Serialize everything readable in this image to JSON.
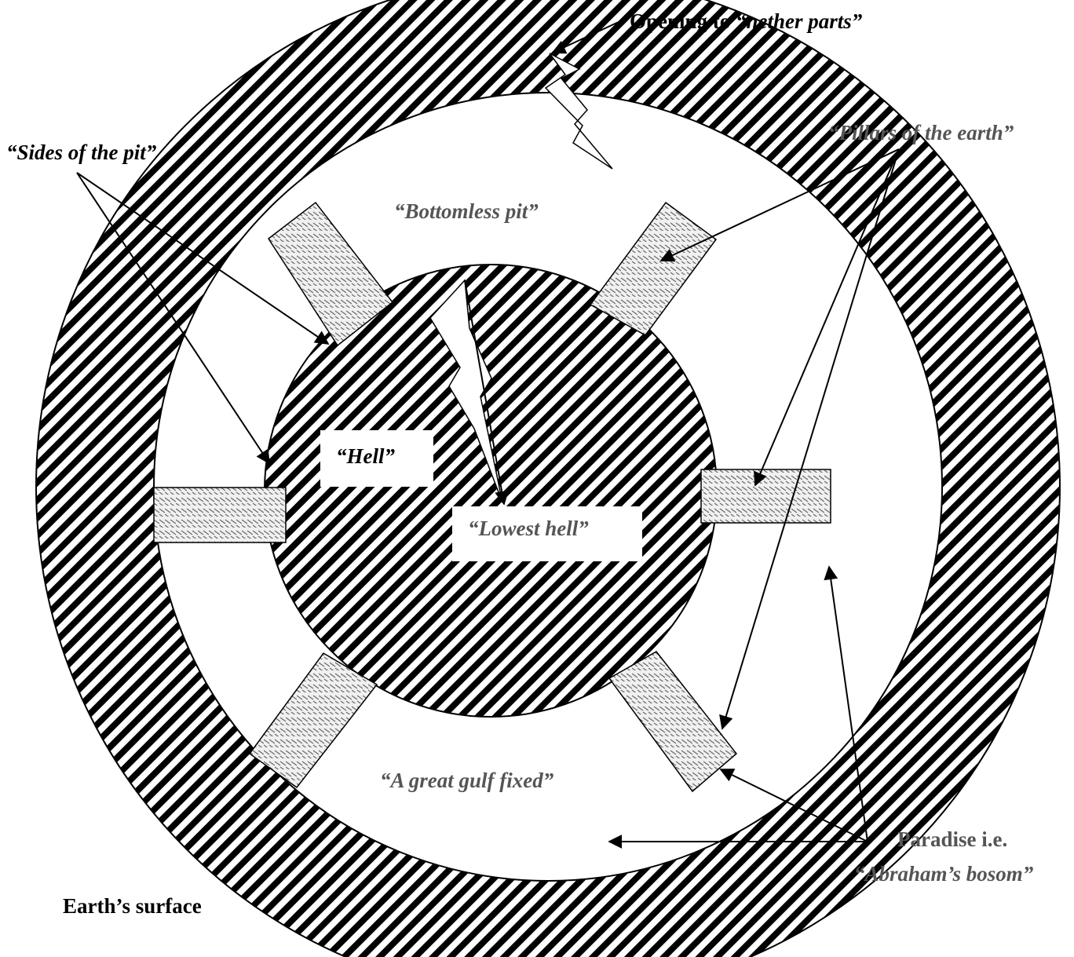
{
  "colors": {
    "stripe": "#000000",
    "background": "#ffffff",
    "pillar_hatch": "#555555",
    "gray_label": "#555555"
  },
  "labels": {
    "opening": {
      "prefix": "Opening to ",
      "italic": "“nether parts”"
    },
    "sides_of_pit": "“Sides of the pit”",
    "pillars": "“Pillars of the earth”",
    "bottomless_pit": "“Bottomless pit”",
    "hell": "“Hell”",
    "lowest_hell": "“Lowest hell”",
    "great_gulf": "“A great gulf fixed”",
    "paradise": {
      "line1": "Paradise i.e.",
      "line2": "“Abraham’s bosom”"
    },
    "earth_surface": "Earth’s surface"
  }
}
